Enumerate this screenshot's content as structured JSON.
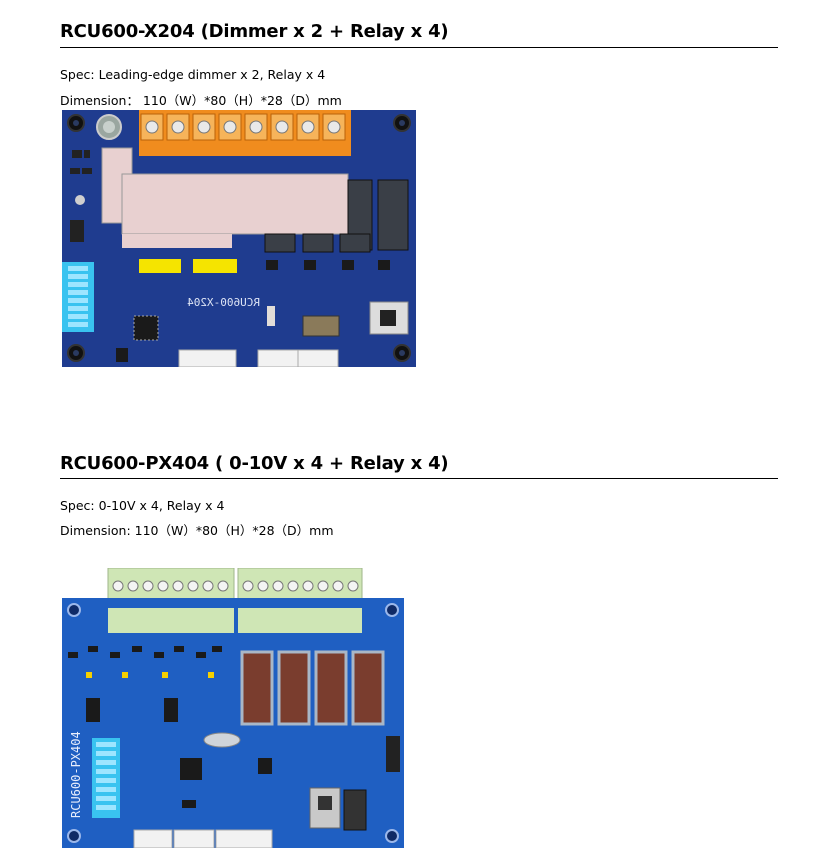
{
  "section1": {
    "heading": "RCU600-X204 (Dimmer x 2 + Relay x 4)",
    "spec": "Spec: Leading-edge dimmer x 2, Relay x 4",
    "dimension": "Dimension： 110（W）*80（H）*28（D）mm",
    "board_silkscreen": "RCU600-X204",
    "board_color": "#1f3c8f"
  },
  "section2": {
    "heading": "RCU600-PX404 ( 0-10V x 4 + Relay x 4)",
    "spec": "Spec: 0-10V x 4, Relay x 4",
    "dimension": "Dimension: 110（W）*80（H）*28（D）mm",
    "board_silkscreen": "RCU600-PX404",
    "board_color": "#1f5fc2"
  }
}
